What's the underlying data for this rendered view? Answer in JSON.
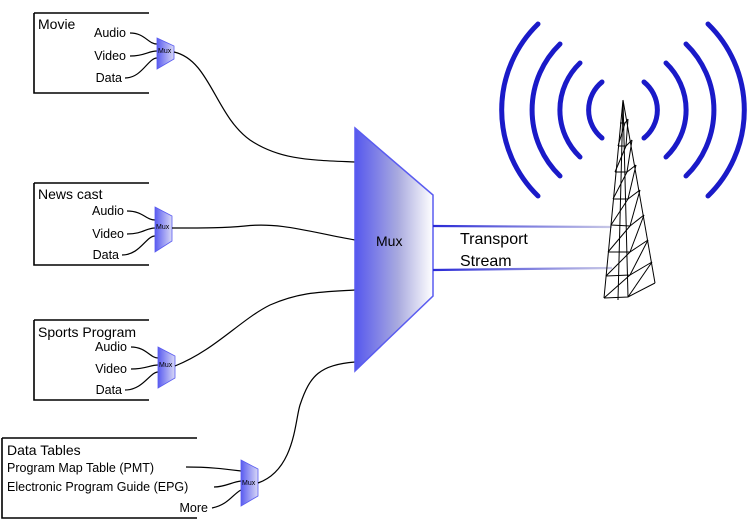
{
  "colors": {
    "mux_blue": "#5a5cf0",
    "ring_blue": "#1a1ac8",
    "stream_line": "#2a2ad6"
  },
  "sources": [
    {
      "title": "Movie",
      "inputs": [
        "Audio",
        "Video",
        "Data"
      ],
      "mux_label": "Mux"
    },
    {
      "title": "News cast",
      "inputs": [
        "Audio",
        "Video",
        "Data"
      ],
      "mux_label": "Mux"
    },
    {
      "title": "Sports Program",
      "inputs": [
        "Audio",
        "Video",
        "Data"
      ],
      "mux_label": "Mux"
    }
  ],
  "data_tables": {
    "title": "Data Tables",
    "inputs": [
      "Program Map Table (PMT)",
      "Electronic Program Guide (EPG)",
      "More"
    ],
    "mux_label": "Mux"
  },
  "main_mux": {
    "label": "Mux"
  },
  "output": {
    "line1": "Transport",
    "line2": "Stream"
  },
  "tower": {
    "icon": "broadcast-tower-icon"
  }
}
